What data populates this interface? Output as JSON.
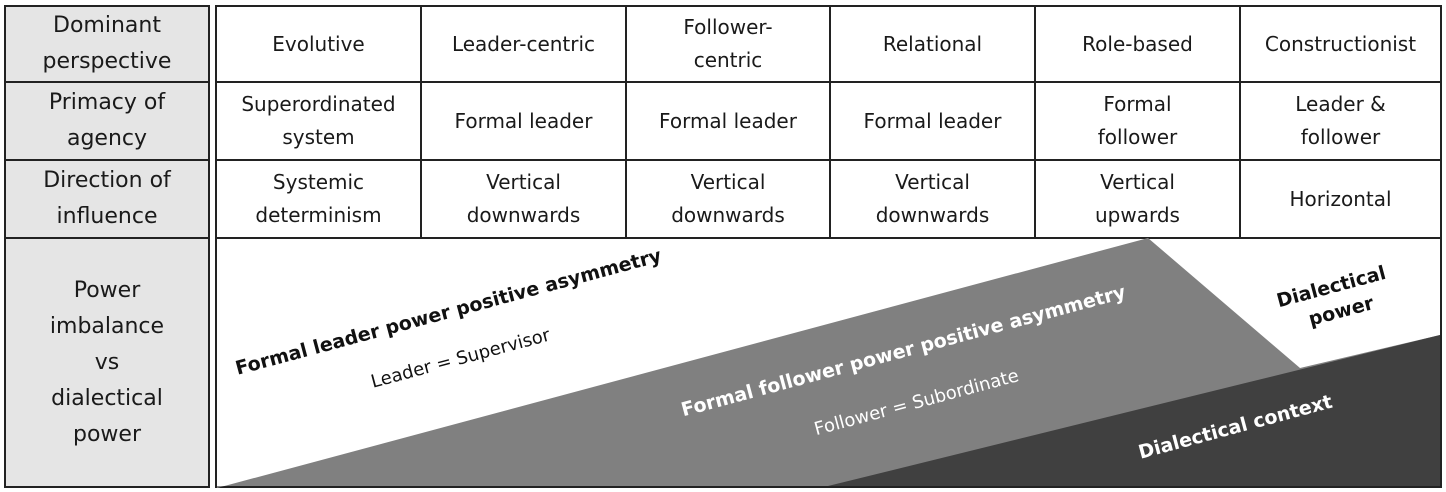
{
  "row_headers": [
    "Dominant perspective",
    "Primacy of agency",
    "Direction of influence",
    "Power imbalance vs dialectical power"
  ],
  "columns": [
    {
      "perspective": "Evolutive",
      "agency": "Superordinated system",
      "influence": "Systemic determinism"
    },
    {
      "perspective": "Leader-centric",
      "agency": "Formal leader",
      "influence": "Vertical downwards"
    },
    {
      "perspective": "Follower-centric",
      "agency": "Formal leader",
      "influence": "Vertical downwards"
    },
    {
      "perspective": "Relational",
      "agency": "Formal leader",
      "influence": "Vertical downwards"
    },
    {
      "perspective": "Role-based",
      "agency": "Formal follower",
      "influence": "Vertical upwards"
    },
    {
      "perspective": "Constructionist",
      "agency": "Leader & follower",
      "influence": "Horizontal"
    }
  ],
  "power": {
    "leader_title": "Formal leader power positive asymmetry",
    "leader_sub": "Leader = Supervisor",
    "follower_title": "Formal follower power positive asymmetry",
    "follower_sub": "Follower = Subordinate",
    "dialectical_power": "Dialectical power",
    "dialectical_context": "Dialectical context"
  },
  "colors": {
    "header_bg": "#e5e5e5",
    "follower_region": "#808080",
    "context_region": "#404040",
    "border": "#222222"
  }
}
